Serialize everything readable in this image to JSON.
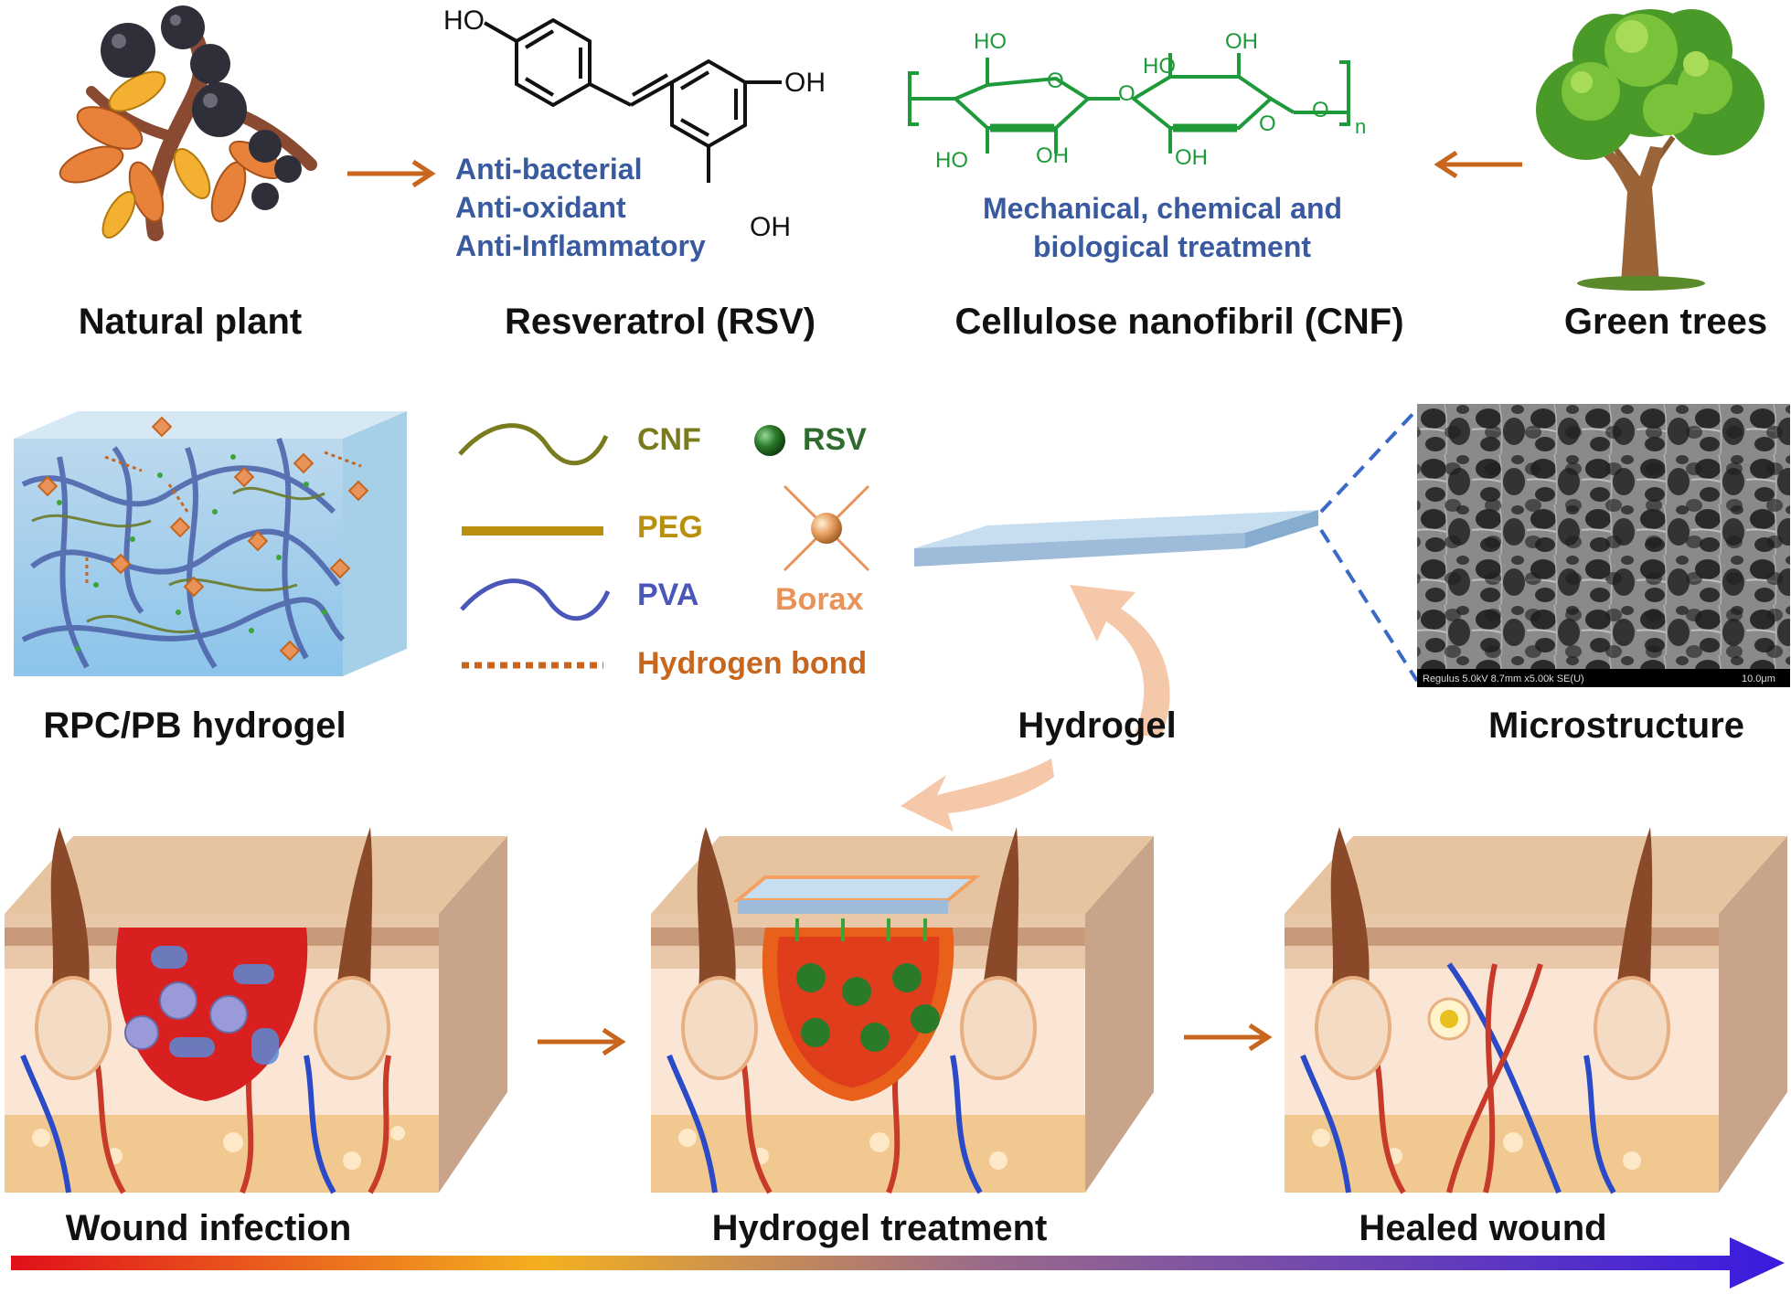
{
  "top_row": {
    "natural_plant": "Natural plant",
    "resveratrol": "Resveratrol (RSV)",
    "cnf": "Cellulose nanofibril (CNF)",
    "green_trees": "Green trees",
    "rsv_properties": [
      "Anti-bacterial",
      "Anti-oxidant",
      "Anti-Inflammatory"
    ],
    "cnf_treatment": [
      "Mechanical, chemical and",
      "biological treatment"
    ],
    "rsv_groups": {
      "ho_top": "HO",
      "oh_right": "OH",
      "oh_bottom": "OH"
    },
    "cnf_groups": {
      "ho1": "HO",
      "ho2": "HO",
      "oh1": "OH",
      "ho3": "HO",
      "oh2": "OH",
      "oh3": "OH",
      "o1": "O",
      "o2": "O",
      "o3": "O",
      "o4": "O",
      "n": "n"
    }
  },
  "middle_row": {
    "rpc_hydrogel": "RPC/PB hydrogel",
    "hydrogel": "Hydrogel",
    "microstructure": "Microstructure",
    "legend": {
      "cnf": "CNF",
      "rsv": "RSV",
      "peg": "PEG",
      "borax": "Borax",
      "pva": "PVA",
      "hbond": "Hydrogen bond"
    },
    "sem_caption_left": "Regulus 5.0kV 8.7mm x5.00k SE(U)",
    "sem_caption_right": "10.0μm"
  },
  "bottom_row": {
    "wound_infection": "Wound infection",
    "hydrogel_treatment": "Hydrogel treatment",
    "healed_wound": "Healed wound"
  },
  "colors": {
    "arrow": "#c8661e",
    "blue_text": "#3a5aa0",
    "cnf_green": "#1f9a3a",
    "cnf_legend": "#7a7a1e",
    "rsv_legend": "#2f6b2f",
    "peg_legend": "#b8900e",
    "pva_legend": "#4a56b8",
    "hbond_legend": "#c8661e",
    "borax_legend": "#e8935a"
  }
}
